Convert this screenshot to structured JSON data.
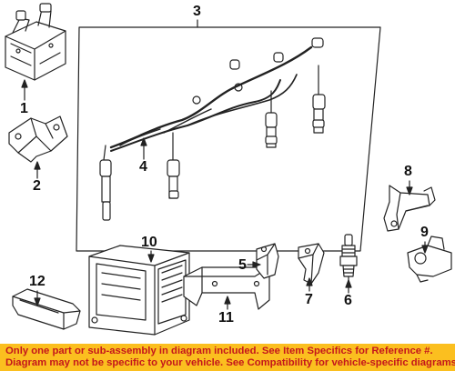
{
  "callouts": {
    "c1": "1",
    "c2": "2",
    "c3": "3",
    "c4": "4",
    "c5": "5",
    "c6": "6",
    "c7": "7",
    "c8": "8",
    "c9": "9",
    "c10": "10",
    "c11": "11",
    "c12": "12"
  },
  "notice": {
    "line1": "Only one part or sub-assembly in diagram included. See Item Specifics for Reference #.",
    "line2": "Diagram may not be specific to your vehicle. See Compatibility for vehicle-specific diagrams."
  },
  "colors": {
    "banner_bg": "#fbbf1f",
    "banner_text": "#c4161c",
    "line": "#222222"
  }
}
